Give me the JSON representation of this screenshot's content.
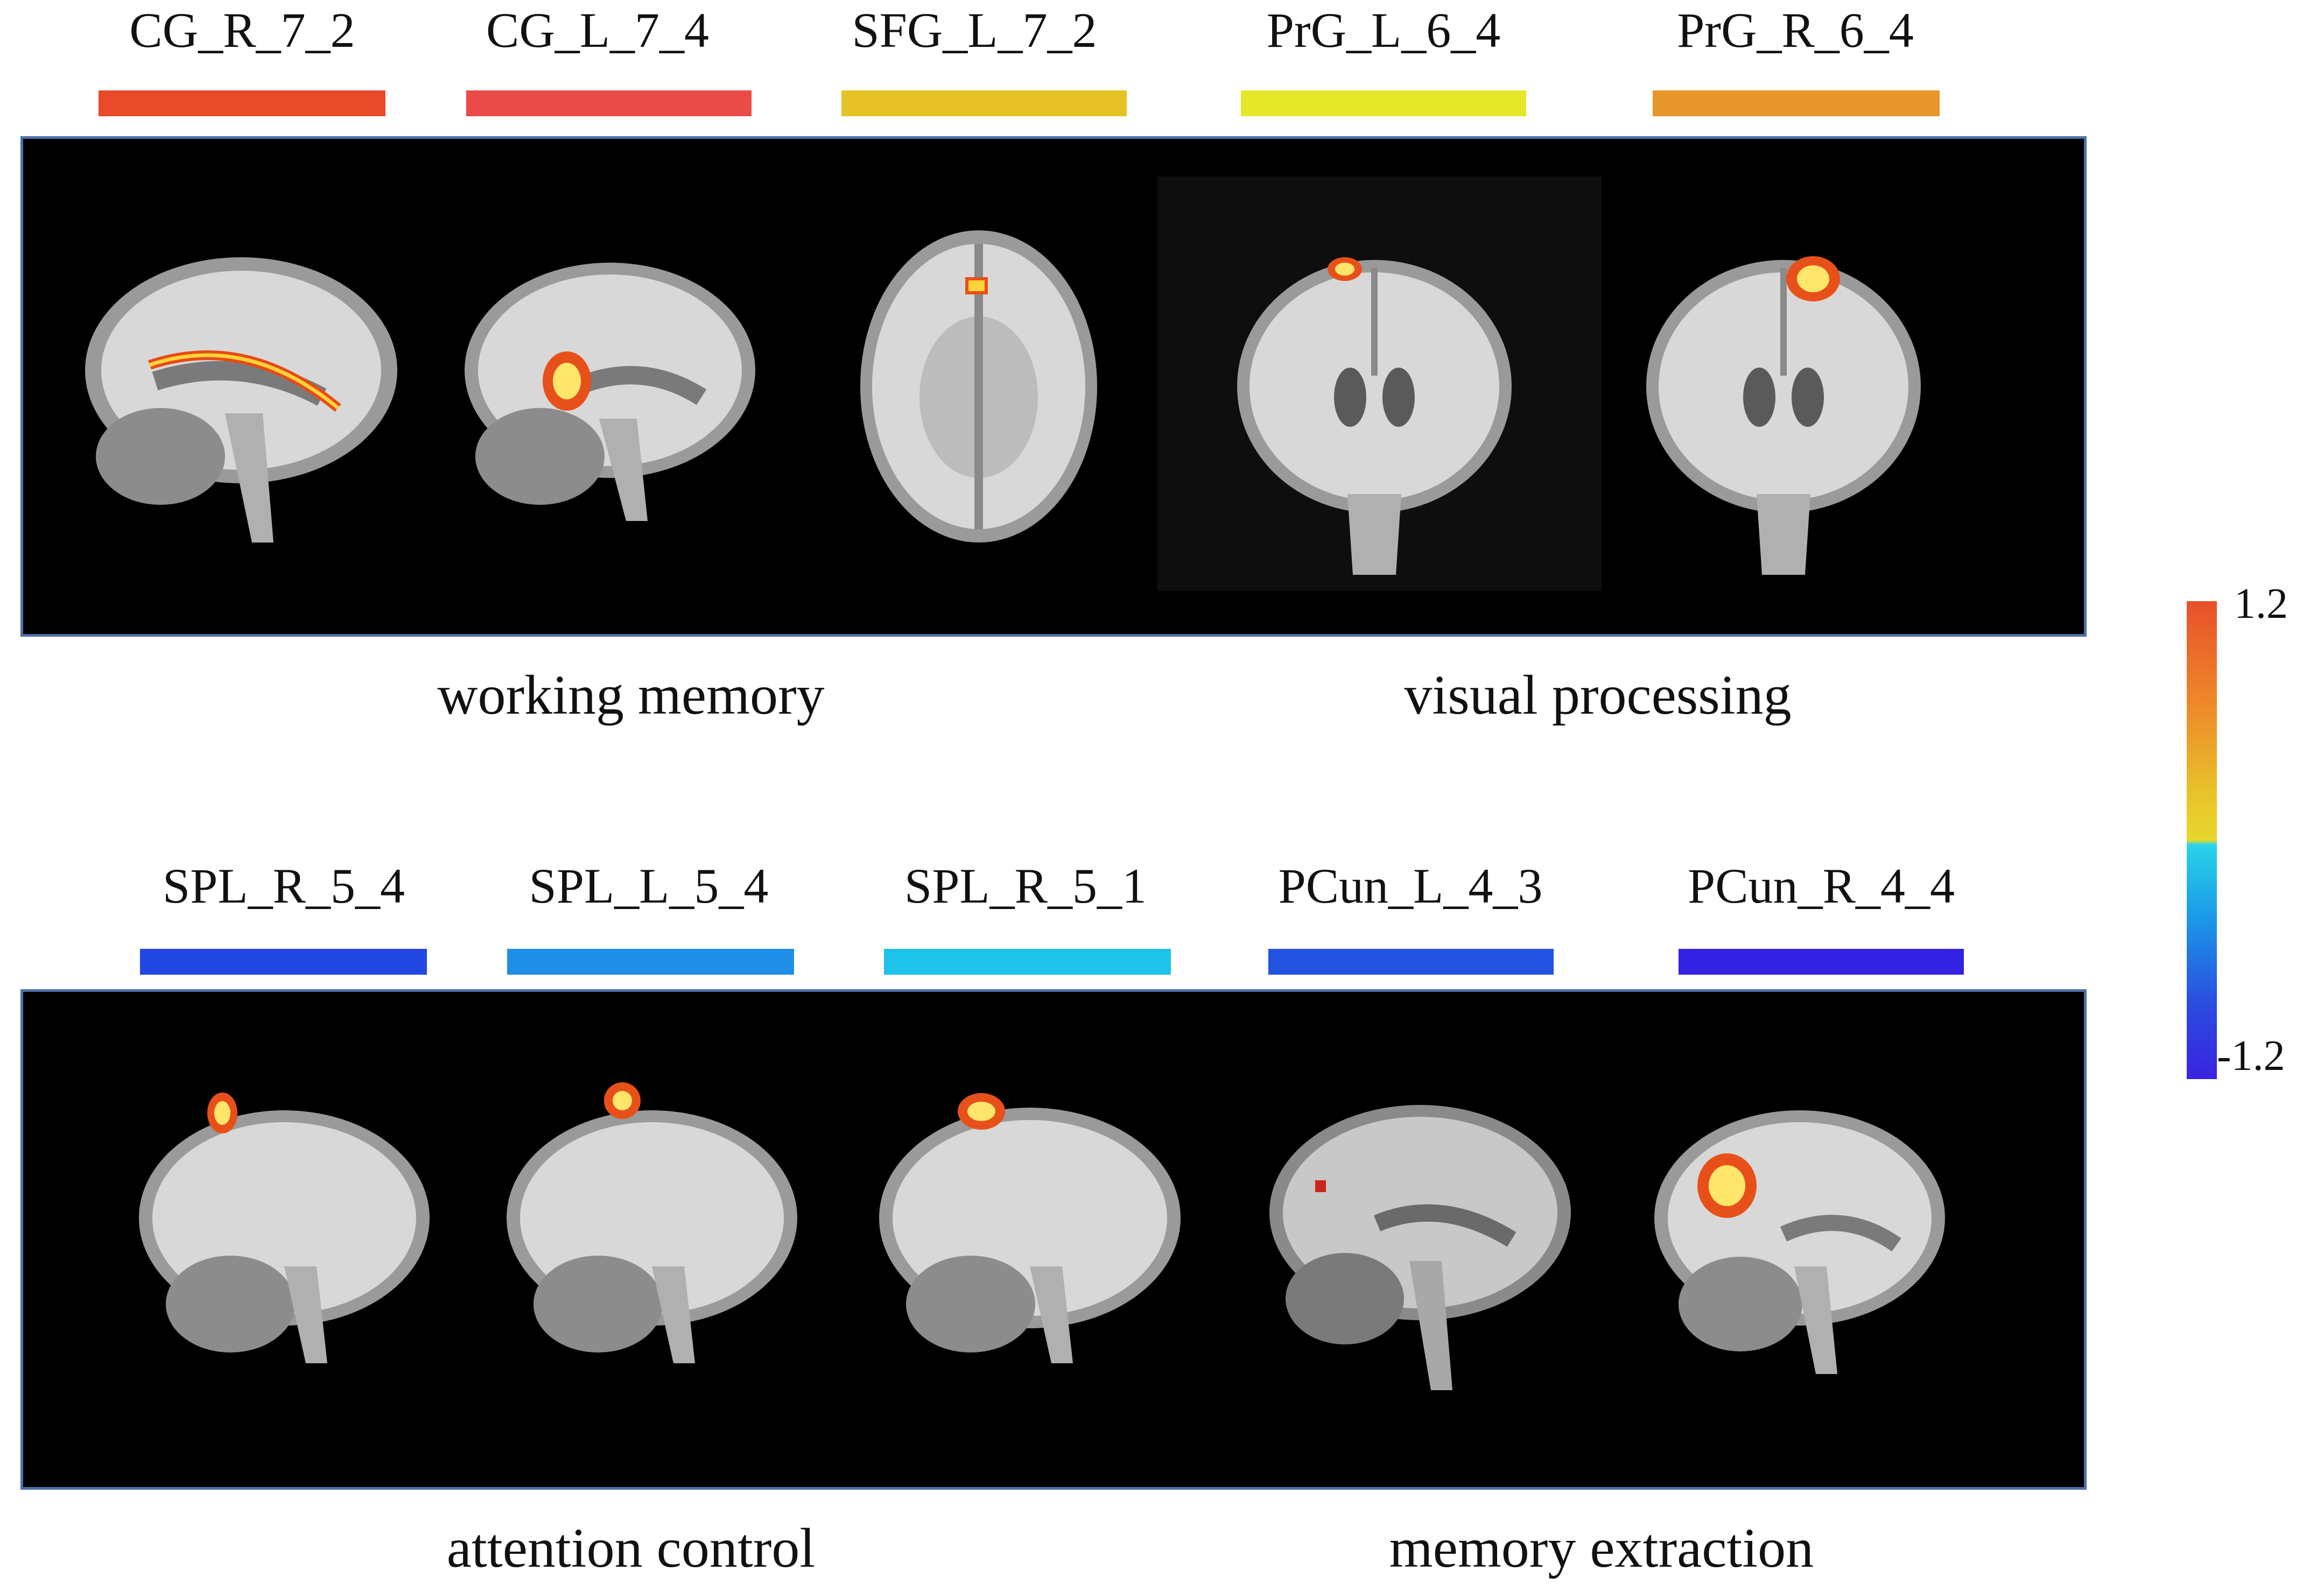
{
  "rows": [
    {
      "regions": [
        {
          "label": "CG_R_7_2",
          "color": "#e84a2a"
        },
        {
          "label": "CG_L_7_4",
          "color": "#ea4a48"
        },
        {
          "label": "SFG_L_7_2",
          "color": "#e6c226"
        },
        {
          "label": "PrG_L_6_4",
          "color": "#e4e828"
        },
        {
          "label": "PrG_R_6_4",
          "color": "#e6962a"
        }
      ],
      "groups": [
        "working memory",
        "visual processing"
      ]
    },
    {
      "regions": [
        {
          "label": "SPL_R_5_4",
          "color": "#2348e2"
        },
        {
          "label": "SPL_L_5_4",
          "color": "#1f8ee6"
        },
        {
          "label": "SPL_R_5_1",
          "color": "#1fc2e8"
        },
        {
          "label": "PCun_L_4_3",
          "color": "#2452e0"
        },
        {
          "label": "PCun_R_4_4",
          "color": "#3422e2"
        }
      ],
      "groups": [
        "attention control",
        "memory extraction"
      ]
    }
  ],
  "colorbar": {
    "max_label": "1.2",
    "min_label": "-1.2",
    "max": 1.2,
    "min": -1.2
  },
  "brain_views": [
    [
      "sagittal",
      "sagittal",
      "axial",
      "coronal",
      "coronal"
    ],
    [
      "sagittal",
      "sagittal",
      "sagittal",
      "sagittal",
      "sagittal"
    ]
  ]
}
